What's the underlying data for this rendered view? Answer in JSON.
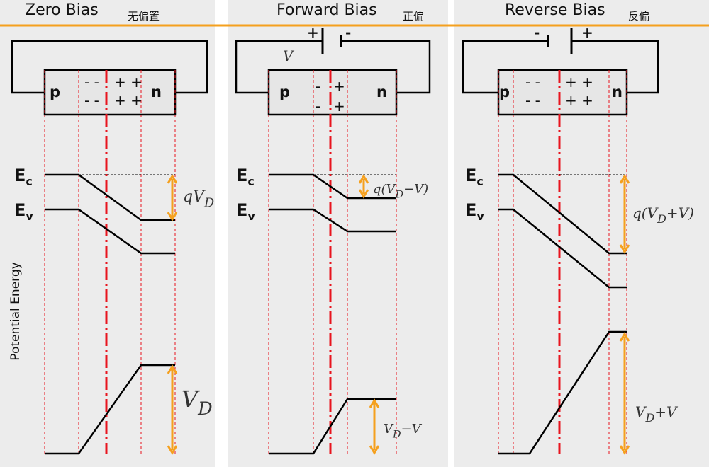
{
  "panels": [
    {
      "title": "Zero Bias",
      "subtitle": "无偏置",
      "p_label": "p",
      "n_label": "n",
      "charges_neg": [
        "- -",
        "- -"
      ],
      "charges_pos": [
        "+ +",
        "+ +"
      ],
      "barrier_label": "qV_D",
      "potential_label": "V_D"
    },
    {
      "title": "Forward Bias",
      "subtitle": "正偏",
      "p_label": "p",
      "n_label": "n",
      "charges_neg": [
        "-",
        "-"
      ],
      "charges_pos": [
        "+",
        "+"
      ],
      "battery_plus": "+",
      "battery_minus": "-",
      "voltage_label": "V",
      "barrier_label": "q(V_D−V)",
      "potential_label": "V_D−V"
    },
    {
      "title": "Reverse Bias",
      "subtitle": "反偏",
      "p_label": "p",
      "n_label": "n",
      "charges_neg": [
        "- -",
        "- -"
      ],
      "charges_pos": [
        "+ +",
        "+ +"
      ],
      "battery_plus": "+",
      "battery_minus": "-",
      "barrier_label": "q(V_D+V)",
      "potential_label": "V_D+V"
    }
  ],
  "band_labels": {
    "conduction": "E",
    "conduction_sub": "c",
    "valence": "E",
    "valence_sub": "v"
  },
  "y_axis_label": "Potential Energy",
  "colors": {
    "accent_orange": "#f5a01e",
    "junction_red": "#e8141e",
    "guide_red": "#e8141e",
    "band_line": "#000000",
    "panel_background": "#ececec"
  }
}
